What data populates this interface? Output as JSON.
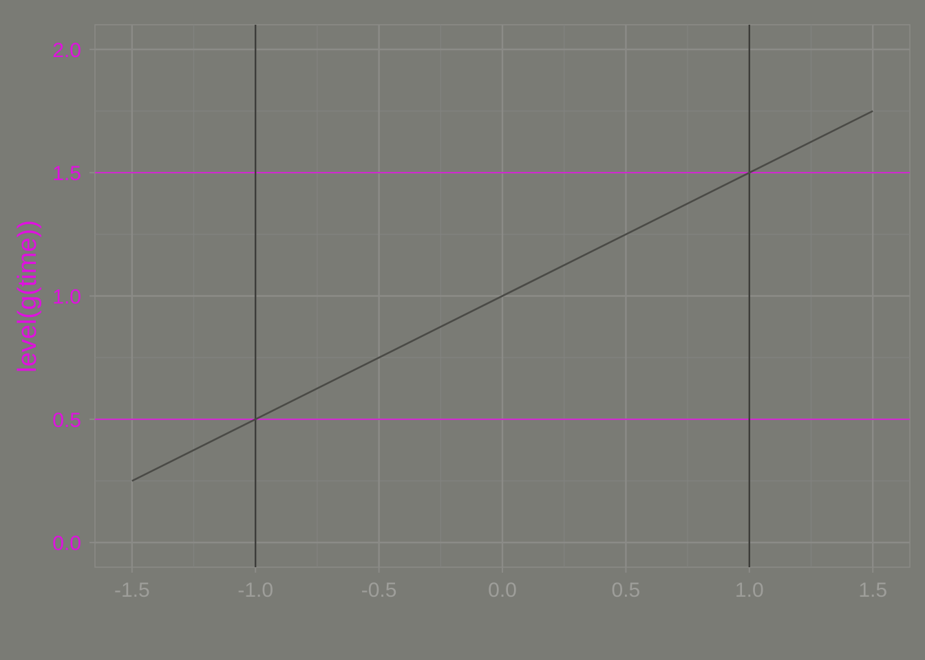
{
  "chart_data": {
    "type": "line",
    "title": "",
    "xlabel": "",
    "ylabel": "level(g(time))",
    "xlim": [
      -1.65,
      1.65
    ],
    "ylim": [
      -0.1,
      2.1
    ],
    "x_ticks": [
      -1.5,
      -1.0,
      -0.5,
      0.0,
      0.5,
      1.0,
      1.5
    ],
    "x_tick_labels": [
      "-1.5",
      "-1.0",
      "-0.5",
      "0.0",
      "0.5",
      "1.0",
      "1.5"
    ],
    "y_ticks": [
      0.0,
      0.5,
      1.0,
      1.5,
      2.0
    ],
    "y_tick_labels": [
      "0.0",
      "0.5",
      "1.0",
      "1.5",
      "2.0"
    ],
    "grid": true,
    "series": [
      {
        "x": [
          -1.5,
          1.5
        ],
        "y": [
          0.25,
          1.75
        ]
      }
    ],
    "vlines": [
      -1.0,
      1.0
    ],
    "hlines": [
      0.5,
      1.5
    ]
  },
  "colors": {
    "background": "#7a7b75",
    "grid_major": "#8b8b87",
    "grid_minor": "#828380",
    "line": "#4a4a46",
    "vline": "#3c3c39",
    "hline": "#e010e0",
    "y_text": "#e010e0",
    "x_text": "#9e9e9a"
  }
}
